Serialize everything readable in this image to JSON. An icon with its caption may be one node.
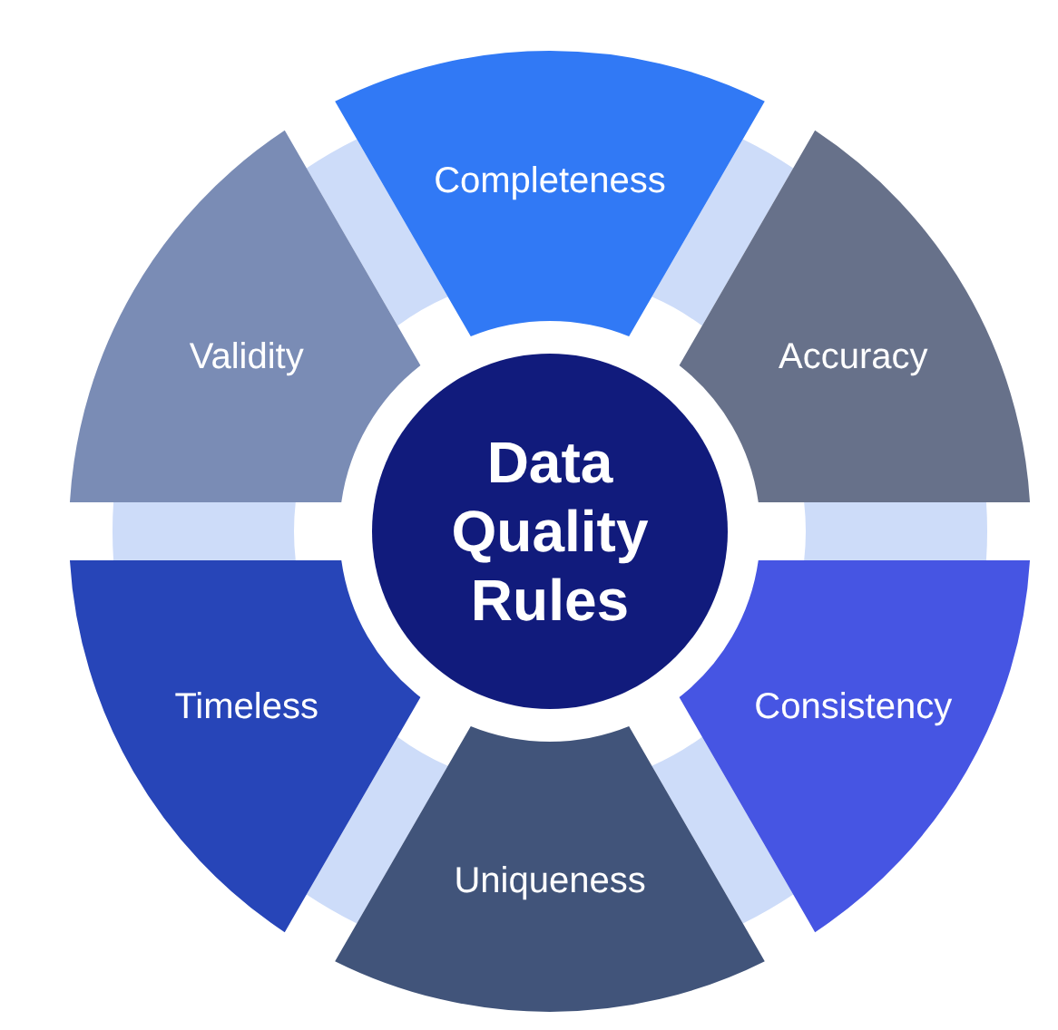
{
  "diagram": {
    "nodes": [
      {
        "text": [
          "Data Quality Rules"
        ]
      },
      {
        "text": [
          "Completeness"
        ]
      },
      {
        "text": [
          "Accuracy"
        ]
      },
      {
        "text": [
          "Consistency"
        ]
      },
      {
        "text": [
          "Uniqueness"
        ]
      },
      {
        "text": [
          "Timeless"
        ]
      },
      {
        "text": [
          "Validity"
        ]
      },
      {
        "text": [],
        "shape": "bar"
      },
      {
        "text": [],
        "shape": "bar"
      },
      {
        "text": [],
        "shape": "bar"
      },
      {
        "text": [],
        "shape": "bar"
      },
      {
        "text": [],
        "shape": "bar"
      },
      {
        "text": [],
        "shape": "bar"
      }
    ]
  }
}
